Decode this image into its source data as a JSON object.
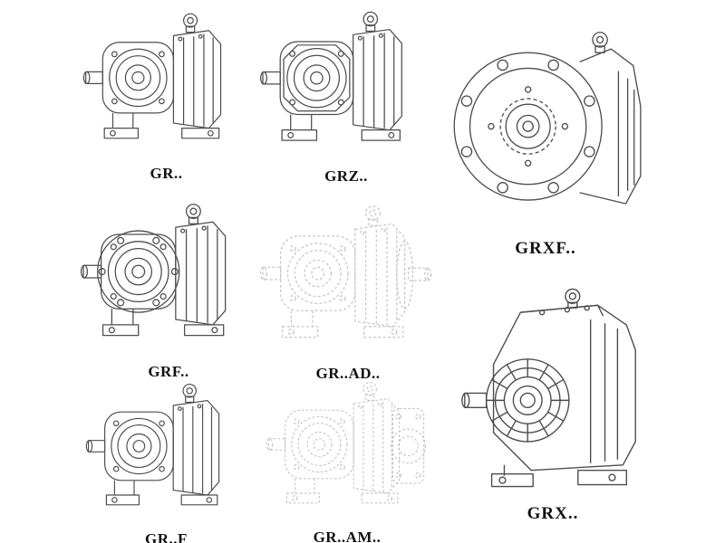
{
  "page": {
    "background": "#ffffff",
    "description": "Catalog sheet of helical gear reducer model line drawings"
  },
  "colors": {
    "line": "#4d4d4d",
    "ghost": "#c6c6c6",
    "label": "#111111"
  },
  "items": [
    {
      "id": "gr",
      "label": "GR..",
      "style": "solid"
    },
    {
      "id": "grz",
      "label": "GRZ..",
      "style": "solid"
    },
    {
      "id": "grxf",
      "label": "GRXF..",
      "style": "solid"
    },
    {
      "id": "grf",
      "label": "GRF..",
      "style": "solid"
    },
    {
      "id": "grad",
      "label": "GR..AD..",
      "style": "ghost"
    },
    {
      "id": "grx",
      "label": "GRX..",
      "style": "solid"
    },
    {
      "id": "grff",
      "label": "GR..F",
      "style": "solid"
    },
    {
      "id": "gram",
      "label": "GR..AM..",
      "style": "ghost"
    }
  ]
}
